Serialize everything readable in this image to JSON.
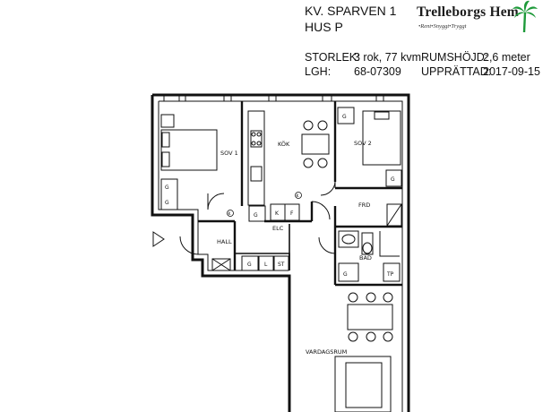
{
  "header": {
    "block": "KV. SPARVEN 1",
    "building": "HUS P",
    "size_label": "STORLEK:",
    "size_value": "3 rok, 77 kvm",
    "height_label": "RUMSHÖJD:",
    "height_value": "2,6 meter",
    "apt_label": "LGH:",
    "apt_value": "68-07309",
    "date_label": "UPPRÄTTAD:",
    "date_value": "2017-09-15"
  },
  "logo": {
    "name": "Trelleborgs Hem",
    "tagline": "•Rent•Snyggt•Tryggt"
  },
  "rooms": {
    "sov1": "SOV 1",
    "kok": "KÖK",
    "sov2": "SOV 2",
    "frd": "FRD",
    "hall": "HALL",
    "elc": "ELC",
    "bad": "BAD",
    "vardagsrum": "VARDAGSRUM"
  },
  "fixtures": {
    "g": "G",
    "k": "K",
    "f": "F",
    "l": "L",
    "st": "ST",
    "tp": "TP"
  },
  "colors": {
    "logo_palm": "#1e9a3a",
    "wall": "#111111"
  }
}
